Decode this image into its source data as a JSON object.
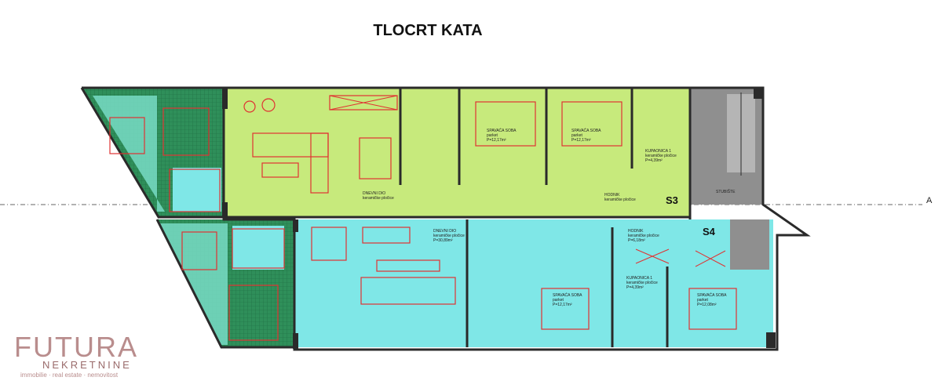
{
  "title": "TLOCRT KATA",
  "axis_label": "A",
  "units": {
    "upper": {
      "tag": "S3",
      "rooms": [
        {
          "name": "DNEVNI DIO",
          "finish": "keramičke pločice"
        },
        {
          "name": "SPAVAĆA SOBA",
          "finish": "parket",
          "area": "P=12,17m²"
        },
        {
          "name": "SPAVAĆA SOBA",
          "finish": "parket",
          "area": "P=12,17m²"
        },
        {
          "name": "KUPAONICA 1",
          "finish": "keramičke pločice",
          "area": "P=4,39m²"
        },
        {
          "name": "HODNIK",
          "finish": "keramičke pločice"
        }
      ]
    },
    "lower": {
      "tag": "S4",
      "rooms": [
        {
          "name": "DNEVNI DIO",
          "finish": "keramičke pločice",
          "area": "P=30,89m²"
        },
        {
          "name": "HODNIK",
          "finish": "keramičke pločice",
          "area": "P=6,18m²"
        },
        {
          "name": "KUPAONICA 1",
          "finish": "keramičke pločice",
          "area": "P=4,39m²"
        },
        {
          "name": "SPAVAĆA SOBA",
          "finish": "parket",
          "area": "P=12,17m²"
        },
        {
          "name": "SPAVAĆA SOBA",
          "finish": "parket",
          "area": "P=12,08m²"
        }
      ]
    }
  },
  "stair_label": "STUBIŠTE",
  "logo": {
    "wordmark": "FUTURA",
    "sub": "NEKRETNINE",
    "tagline": "immobilie · real estate · nemovitost"
  },
  "colors": {
    "upper_unit": "#c7ea7c",
    "lower_unit": "#7fe7e7",
    "terrace": "#2f8f5a",
    "wall": "#2a2a2a",
    "furniture": "#e03232",
    "stair": "#8f8f8f",
    "logo": "#b98d8d"
  }
}
